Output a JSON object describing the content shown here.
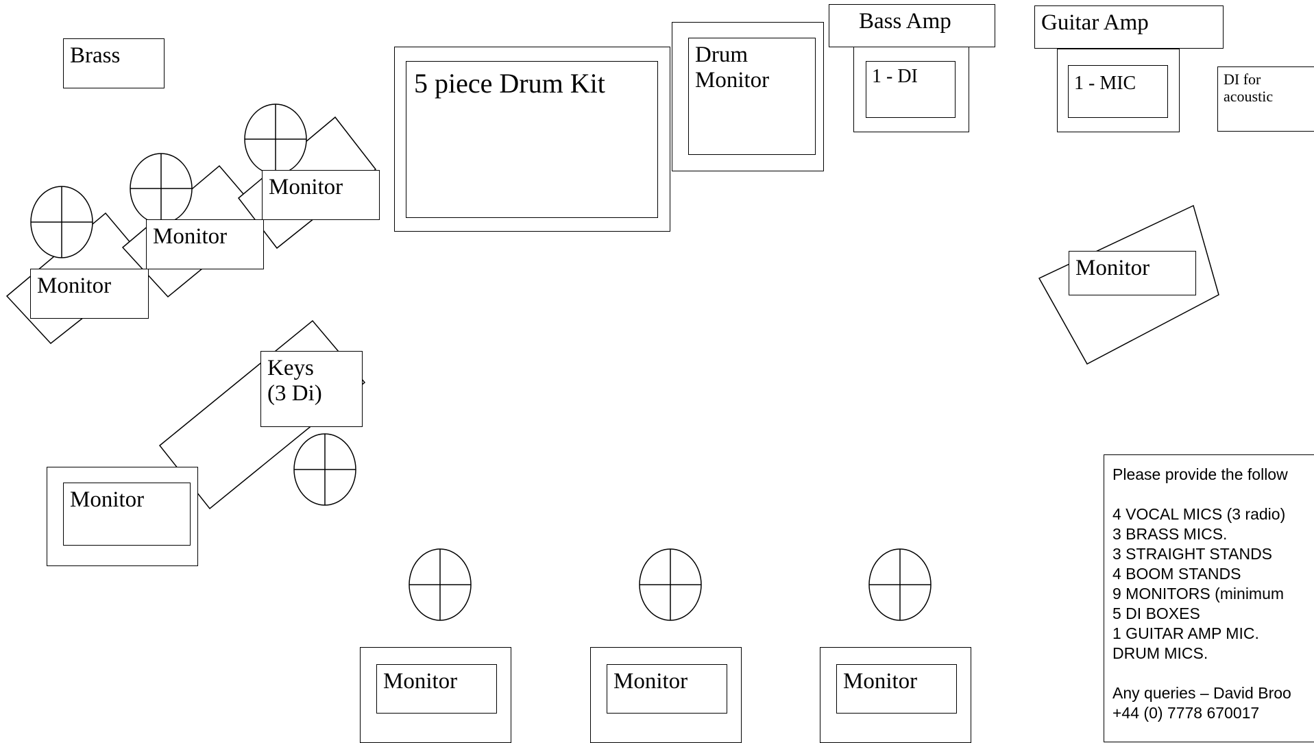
{
  "labels": {
    "brass": "Brass",
    "drum_kit": "5 piece Drum Kit",
    "drum_monitor_line1": "Drum",
    "drum_monitor_line2": "Monitor",
    "bass_amp": "Bass Amp",
    "guitar_amp": "Guitar Amp",
    "bass_di": "1 - DI",
    "guitar_mic": "1 - MIC",
    "di_acoustic_line1": "DI for",
    "di_acoustic_line2": "acoustic",
    "keys_line1": "Keys",
    "keys_line2": "(3 Di)",
    "monitor": "Monitor"
  },
  "requirements": {
    "heading": "Please provide the follow",
    "items": [
      "4 VOCAL MICS (3 radio)",
      "3 BRASS MICS.",
      "3 STRAIGHT STANDS",
      "4 BOOM STANDS",
      "9 MONITORS (minimum",
      "5 DI BOXES",
      "1 GUITAR AMP MIC.",
      "DRUM MICS."
    ],
    "contact_line1": "Any queries – David Broo",
    "contact_line2": "+44 (0) 7778 670017"
  }
}
